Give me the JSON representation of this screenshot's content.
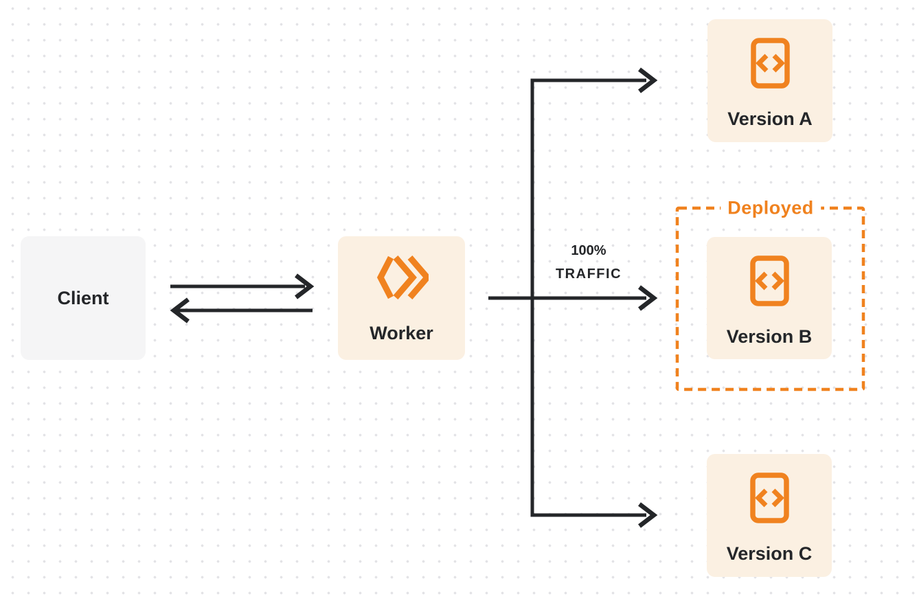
{
  "diagram": {
    "nodes": {
      "client": {
        "label": "Client"
      },
      "worker": {
        "label": "Worker",
        "icon": "workers-logo-icon"
      },
      "version_a": {
        "label": "Version A",
        "icon": "code-file-icon"
      },
      "version_b": {
        "label": "Version B",
        "icon": "code-file-icon"
      },
      "version_c": {
        "label": "Version C",
        "icon": "code-file-icon"
      }
    },
    "groups": {
      "deployed": {
        "label": "Deployed",
        "contains": "Version B"
      }
    },
    "edge_labels": {
      "traffic": {
        "line1": "100%",
        "line2": "TRAFFIC"
      }
    },
    "edges": [
      {
        "from": "client",
        "to": "worker",
        "style": "arrow-right"
      },
      {
        "from": "worker",
        "to": "client",
        "style": "arrow-left"
      },
      {
        "from": "worker",
        "to": "version_a",
        "style": "arrow"
      },
      {
        "from": "worker",
        "to": "version_b",
        "style": "arrow",
        "label": "100% TRAFFIC"
      },
      {
        "from": "worker",
        "to": "version_c",
        "style": "arrow"
      }
    ],
    "colors": {
      "accent_orange": "#F0821F",
      "node_cream": "#FBF0E2",
      "node_gray": "#F5F5F6",
      "ink": "#242629",
      "dot_grid": "#E3E3E6",
      "background": "#FFFFFF"
    }
  }
}
